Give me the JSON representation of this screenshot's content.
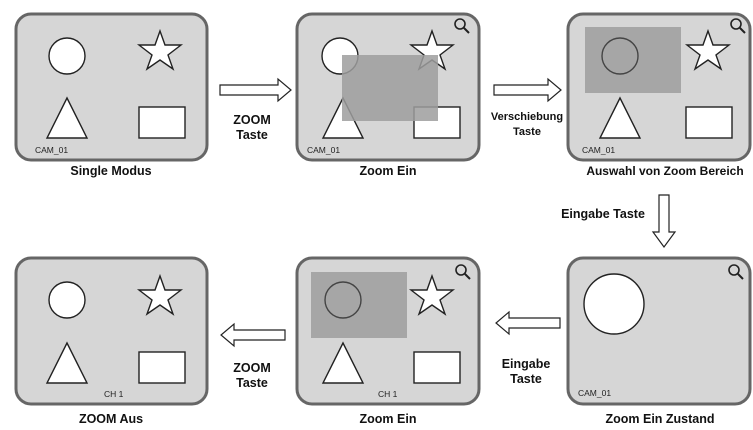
{
  "screens": [
    {
      "caption": "Single Modus",
      "camera_label": "CAM_01"
    },
    {
      "caption": "Zoom Ein",
      "camera_label": "CAM_01"
    },
    {
      "caption": "Auswahl von Zoom Bereich",
      "camera_label": "CAM_01"
    },
    {
      "caption": "Zoom Ein Zustand",
      "camera_label": "CAM_01"
    },
    {
      "caption": "Zoom Ein",
      "camera_label": "CH 1"
    },
    {
      "caption": "ZOOM Aus",
      "camera_label": "CH 1"
    }
  ],
  "arrows": [
    {
      "line1": "ZOOM",
      "line2": "Taste"
    },
    {
      "line1": "Verschiebung",
      "line2": "Taste"
    },
    {
      "line1": "Eingabe Taste"
    },
    {
      "line1": "Eingabe",
      "line2": "Taste"
    },
    {
      "line1": "ZOOM",
      "line2": "Taste"
    }
  ],
  "icons": {
    "zoom": "magnifier-icon"
  },
  "colors": {
    "screen_fill": "#d6d6d6",
    "zoom_area": "#9e9e9e"
  }
}
